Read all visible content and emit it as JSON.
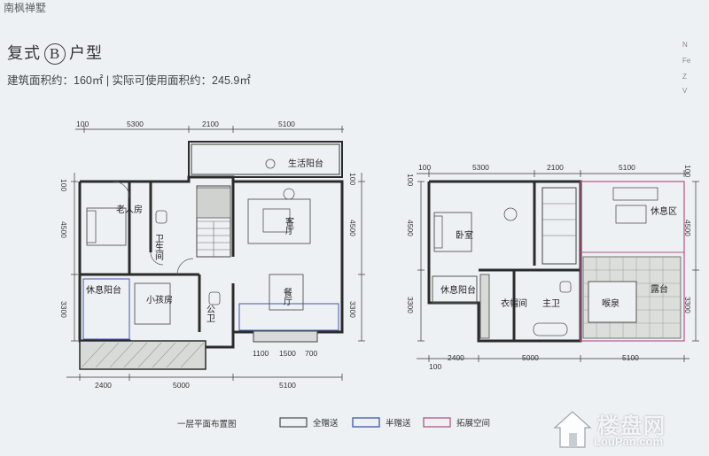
{
  "header": {
    "brand": "南枫禅墅",
    "title_prefix": "复式",
    "title_letter": "B",
    "title_suffix": "户型",
    "area_text": "建筑面积约：160㎡  |  实际可使用面积约：245.9㎡",
    "side_letters": [
      "N",
      "Fe",
      "Z",
      "V"
    ]
  },
  "floor1": {
    "rooms": {
      "living_balcony": "生活阳台",
      "elder_room": "老人房",
      "bathroom": "卫生间",
      "living_room": "客厅",
      "rest_balcony": "休息阳台",
      "kids_room": "小孩房",
      "public_bath": "公卫",
      "dining": "餐厅"
    },
    "dims_top": [
      "100",
      "5300",
      "2100",
      "5100"
    ],
    "dims_bottom": [
      "2400",
      "5000",
      "5100"
    ],
    "dims_inner": [
      "1100",
      "1500",
      "700"
    ],
    "dims_left": [
      "100",
      "4500",
      "3300"
    ],
    "dims_right": [
      "100",
      "4500",
      "3300"
    ]
  },
  "floor2": {
    "rooms": {
      "bedroom": "卧室",
      "lounge": "休息区",
      "rest_balcony": "休息阳台",
      "closet": "衣帽间",
      "master_bath": "主卫",
      "spring": "喉泉",
      "terrace": "露台"
    },
    "dims_top": [
      "100",
      "5300",
      "2100",
      "5100"
    ],
    "dims_bottom": [
      "100",
      "2400",
      "5000",
      "5100"
    ],
    "dims_left": [
      "100",
      "4500",
      "3300"
    ],
    "dims_right": [
      "100",
      "4500",
      "3300"
    ]
  },
  "legend": {
    "caption": "一层平面布置图",
    "items": [
      {
        "label": "全赠送",
        "color": "#4f5a52"
      },
      {
        "label": "半赠送",
        "color": "#3c57b0"
      },
      {
        "label": "拓展空间",
        "color": "#b7548a"
      }
    ]
  },
  "watermark": {
    "text": "楼盘网",
    "url": "LouPan.com"
  }
}
